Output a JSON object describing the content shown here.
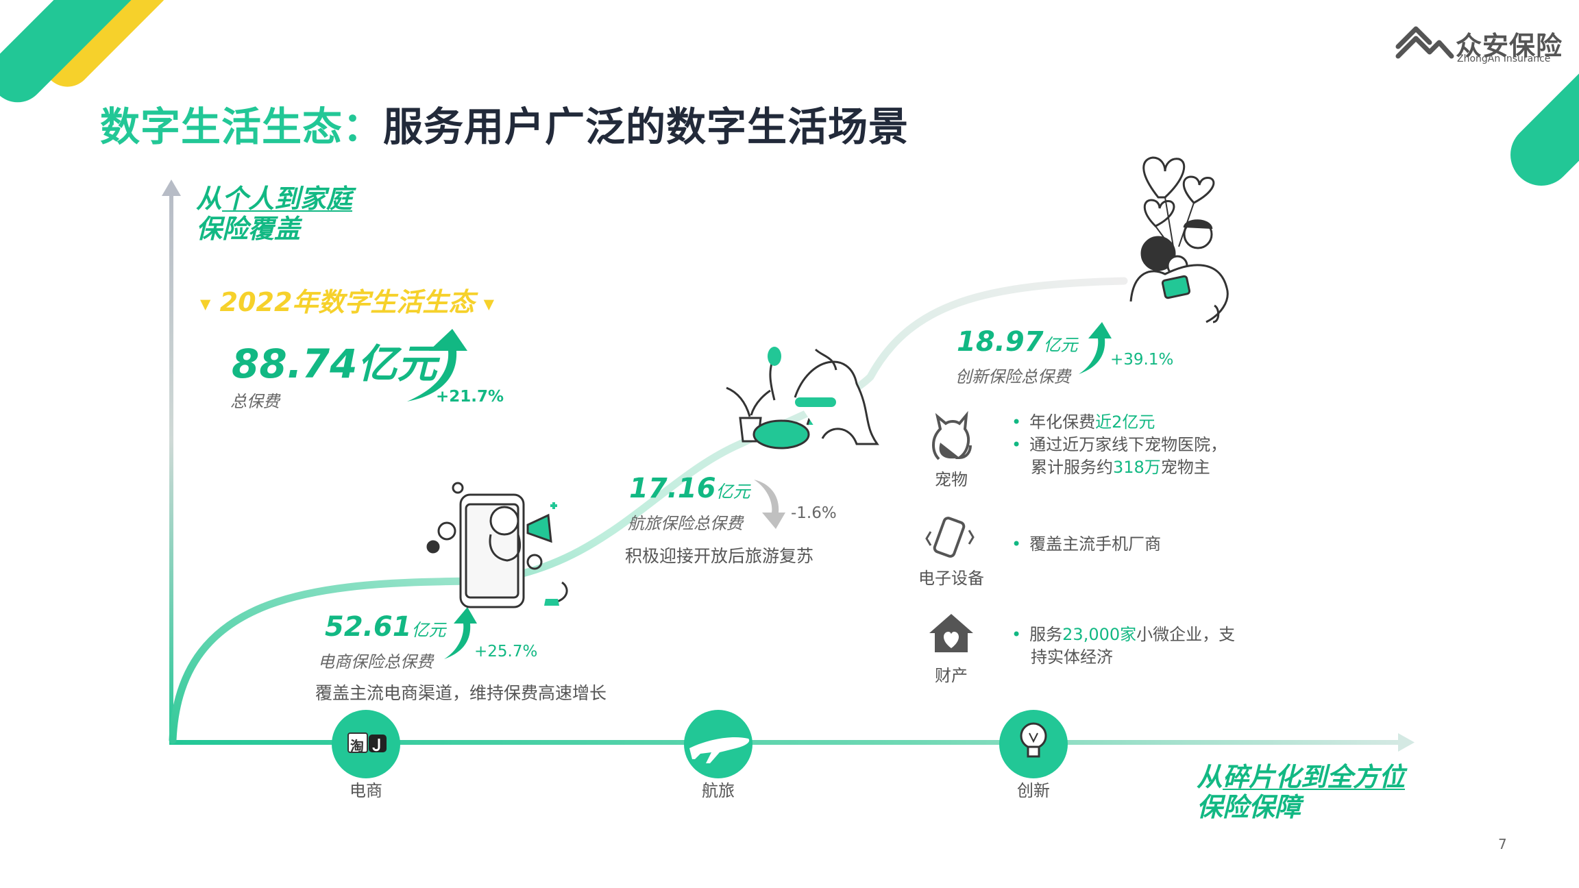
{
  "brand": {
    "name_cn": "众安保险",
    "name_en": "ZhongAn Insurance"
  },
  "title": {
    "part1": "数字生活生态：",
    "part2": "服务用户广泛的数字生活场景"
  },
  "axis_vertical_label": {
    "line1_prefix": "从",
    "line1_underlined": "个人到家庭",
    "line2": "保险覆盖"
  },
  "axis_horizontal_label": {
    "line1_prefix": "从",
    "line1_underlined": "碎片化到全方位",
    "line2": "保险保障"
  },
  "ecosystem": {
    "heading": "2022年数字生活生态",
    "amount": "88.74亿元",
    "label": "总保费",
    "growth": "+21.7%"
  },
  "segments": {
    "ecommerce": {
      "amount": "52.61",
      "unit": "亿元",
      "label": "电商保险总保费",
      "growth": "+25.7%",
      "desc": "覆盖主流电商渠道，维持保费高速增长"
    },
    "travel": {
      "amount": "17.16",
      "unit": "亿元",
      "label": "航旅保险总保费",
      "growth": "-1.6%",
      "desc": "积极迎接开放后旅游复苏"
    },
    "innovation": {
      "amount": "18.97",
      "unit": "亿元",
      "label": "创新保险总保费",
      "growth": "+39.1%"
    }
  },
  "innovation_items": {
    "pet": {
      "label": "宠物",
      "b1_pre": "年化保费",
      "b1_hl": "近2亿元",
      "b2": "通过近万家线下宠物医院，",
      "b3_pre": "累计服务约",
      "b3_hl": "318万",
      "b3_post": "宠物主"
    },
    "device": {
      "label": "电子设备",
      "b1": "覆盖主流手机厂商"
    },
    "property": {
      "label": "财产",
      "b1_pre": "服务",
      "b1_hl": "23,000家",
      "b1_post": "小微企业，支",
      "b1_line2": "持实体经济"
    }
  },
  "axis_nodes": {
    "ecommerce": "电商",
    "travel": "航旅",
    "innovation": "创新",
    "ecommerce_badge_1": "淘"
  },
  "page_number": "7",
  "colors": {
    "accent": "#22c796",
    "accent_dark": "#12b883",
    "yellow": "#f6d12b",
    "title_dark": "#222a3a",
    "axis_gray": "#b7bcc6"
  }
}
